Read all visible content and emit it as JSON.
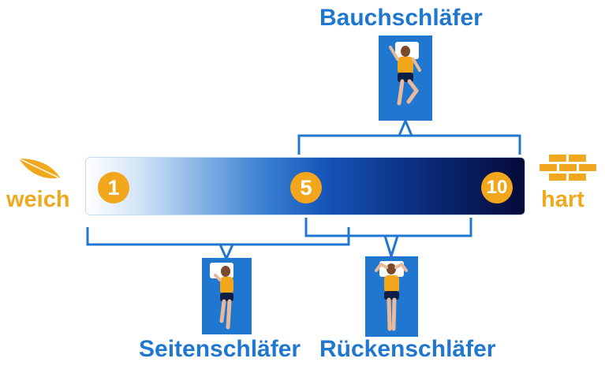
{
  "labels": {
    "bauch": "Bauchschläfer",
    "seiten": "Seitenschläfer",
    "ruecken": "Rückenschläfer",
    "weich": "weich",
    "hart": "hart"
  },
  "scale": {
    "min": "1",
    "mid": "5",
    "max": "10"
  },
  "icons": {
    "soft": "feather-icon",
    "hard": "brick-wall-icon"
  },
  "colors": {
    "accent_blue": "#1f77d0",
    "accent_orange": "#f0a81e",
    "bar_dark": "#060a38"
  }
}
